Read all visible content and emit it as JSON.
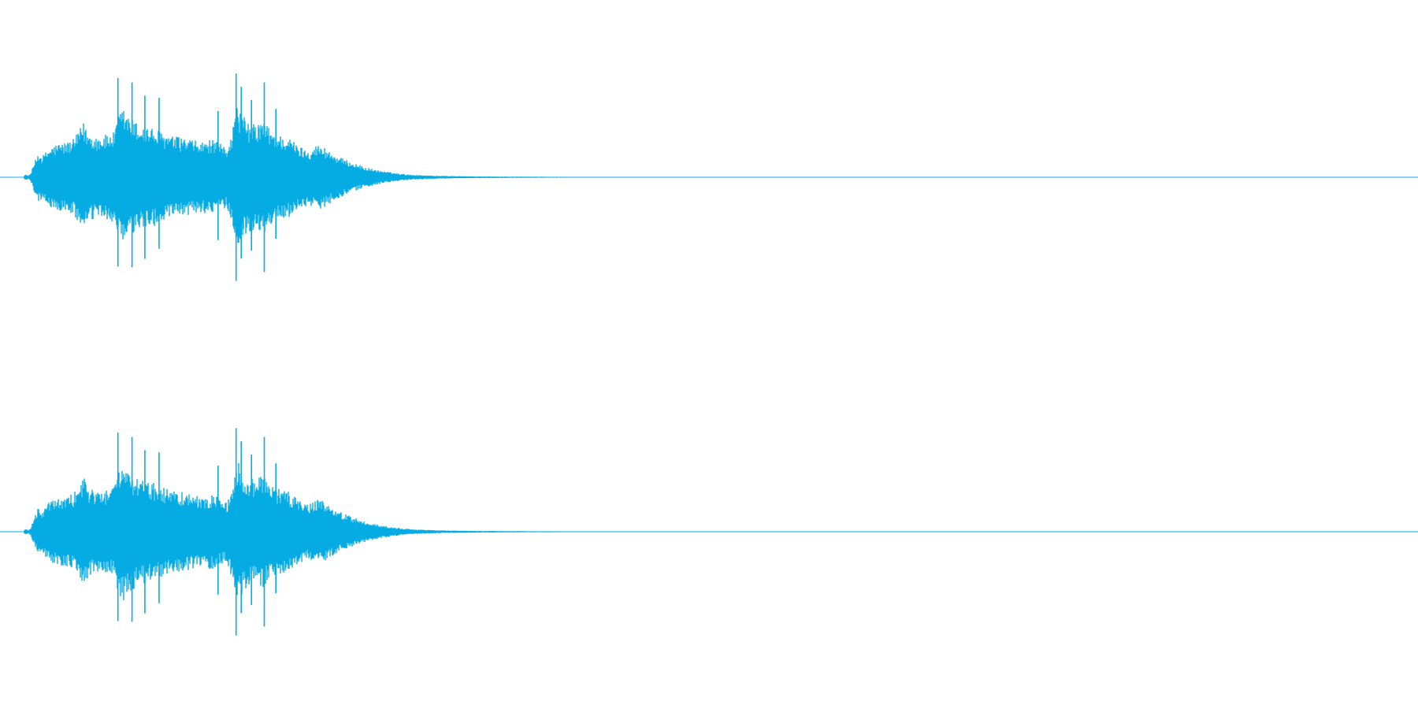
{
  "waveform": {
    "color": "#05ace3",
    "channels": [
      {
        "name": "channel-1",
        "envelope": [
          [
            0.0,
            0.0
          ],
          [
            0.003,
            0.03
          ],
          [
            0.006,
            0.12
          ],
          [
            0.009,
            0.2
          ],
          [
            0.012,
            0.17
          ],
          [
            0.018,
            0.24
          ],
          [
            0.024,
            0.27
          ],
          [
            0.03,
            0.28
          ],
          [
            0.036,
            0.3
          ],
          [
            0.04,
            0.36
          ],
          [
            0.044,
            0.44
          ],
          [
            0.048,
            0.36
          ],
          [
            0.055,
            0.33
          ],
          [
            0.062,
            0.34
          ],
          [
            0.068,
            0.36
          ],
          [
            0.072,
            0.52
          ],
          [
            0.076,
            0.55
          ],
          [
            0.08,
            0.48
          ],
          [
            0.088,
            0.42
          ],
          [
            0.096,
            0.4
          ],
          [
            0.104,
            0.37
          ],
          [
            0.112,
            0.33
          ],
          [
            0.12,
            0.32
          ],
          [
            0.128,
            0.3
          ],
          [
            0.136,
            0.28
          ],
          [
            0.144,
            0.3
          ],
          [
            0.15,
            0.27
          ],
          [
            0.156,
            0.24
          ],
          [
            0.16,
            0.38
          ],
          [
            0.164,
            0.58
          ],
          [
            0.168,
            0.5
          ],
          [
            0.172,
            0.44
          ],
          [
            0.178,
            0.42
          ],
          [
            0.184,
            0.46
          ],
          [
            0.19,
            0.38
          ],
          [
            0.196,
            0.34
          ],
          [
            0.204,
            0.32
          ],
          [
            0.212,
            0.25
          ],
          [
            0.22,
            0.22
          ],
          [
            0.226,
            0.26
          ],
          [
            0.232,
            0.24
          ],
          [
            0.24,
            0.18
          ],
          [
            0.248,
            0.14
          ],
          [
            0.256,
            0.11
          ],
          [
            0.264,
            0.08
          ],
          [
            0.272,
            0.06
          ],
          [
            0.28,
            0.045
          ],
          [
            0.29,
            0.03
          ],
          [
            0.3,
            0.02
          ],
          [
            0.32,
            0.012
          ],
          [
            0.35,
            0.007
          ],
          [
            0.38,
            0.005
          ],
          [
            0.41,
            0.004
          ],
          [
            0.44,
            0.003
          ],
          [
            0.47,
            0.002
          ],
          [
            0.5,
            0.0
          ]
        ]
      },
      {
        "name": "channel-2",
        "envelope": [
          [
            0.0,
            0.0
          ],
          [
            0.003,
            0.03
          ],
          [
            0.006,
            0.12
          ],
          [
            0.009,
            0.2
          ],
          [
            0.012,
            0.17
          ],
          [
            0.018,
            0.24
          ],
          [
            0.024,
            0.27
          ],
          [
            0.03,
            0.28
          ],
          [
            0.036,
            0.3
          ],
          [
            0.04,
            0.36
          ],
          [
            0.044,
            0.44
          ],
          [
            0.048,
            0.36
          ],
          [
            0.055,
            0.33
          ],
          [
            0.062,
            0.34
          ],
          [
            0.068,
            0.36
          ],
          [
            0.072,
            0.52
          ],
          [
            0.076,
            0.55
          ],
          [
            0.08,
            0.48
          ],
          [
            0.088,
            0.42
          ],
          [
            0.096,
            0.4
          ],
          [
            0.104,
            0.37
          ],
          [
            0.112,
            0.33
          ],
          [
            0.12,
            0.32
          ],
          [
            0.128,
            0.3
          ],
          [
            0.136,
            0.28
          ],
          [
            0.144,
            0.3
          ],
          [
            0.15,
            0.27
          ],
          [
            0.156,
            0.24
          ],
          [
            0.16,
            0.38
          ],
          [
            0.164,
            0.58
          ],
          [
            0.168,
            0.5
          ],
          [
            0.172,
            0.44
          ],
          [
            0.178,
            0.42
          ],
          [
            0.184,
            0.46
          ],
          [
            0.19,
            0.38
          ],
          [
            0.196,
            0.34
          ],
          [
            0.204,
            0.32
          ],
          [
            0.212,
            0.25
          ],
          [
            0.22,
            0.22
          ],
          [
            0.226,
            0.26
          ],
          [
            0.232,
            0.24
          ],
          [
            0.24,
            0.18
          ],
          [
            0.248,
            0.14
          ],
          [
            0.256,
            0.11
          ],
          [
            0.264,
            0.08
          ],
          [
            0.272,
            0.06
          ],
          [
            0.28,
            0.045
          ],
          [
            0.29,
            0.03
          ],
          [
            0.3,
            0.02
          ],
          [
            0.32,
            0.012
          ],
          [
            0.35,
            0.007
          ],
          [
            0.38,
            0.005
          ],
          [
            0.41,
            0.004
          ],
          [
            0.44,
            0.003
          ],
          [
            0.47,
            0.002
          ],
          [
            0.5,
            0.0
          ]
        ]
      }
    ],
    "spikes": [
      [
        0.071,
        0.9
      ],
      [
        0.082,
        0.86
      ],
      [
        0.092,
        0.74
      ],
      [
        0.103,
        0.72
      ],
      [
        0.149,
        0.6
      ],
      [
        0.163,
        0.94
      ],
      [
        0.167,
        0.82
      ],
      [
        0.175,
        0.7
      ],
      [
        0.185,
        0.86
      ],
      [
        0.194,
        0.62
      ]
    ]
  }
}
